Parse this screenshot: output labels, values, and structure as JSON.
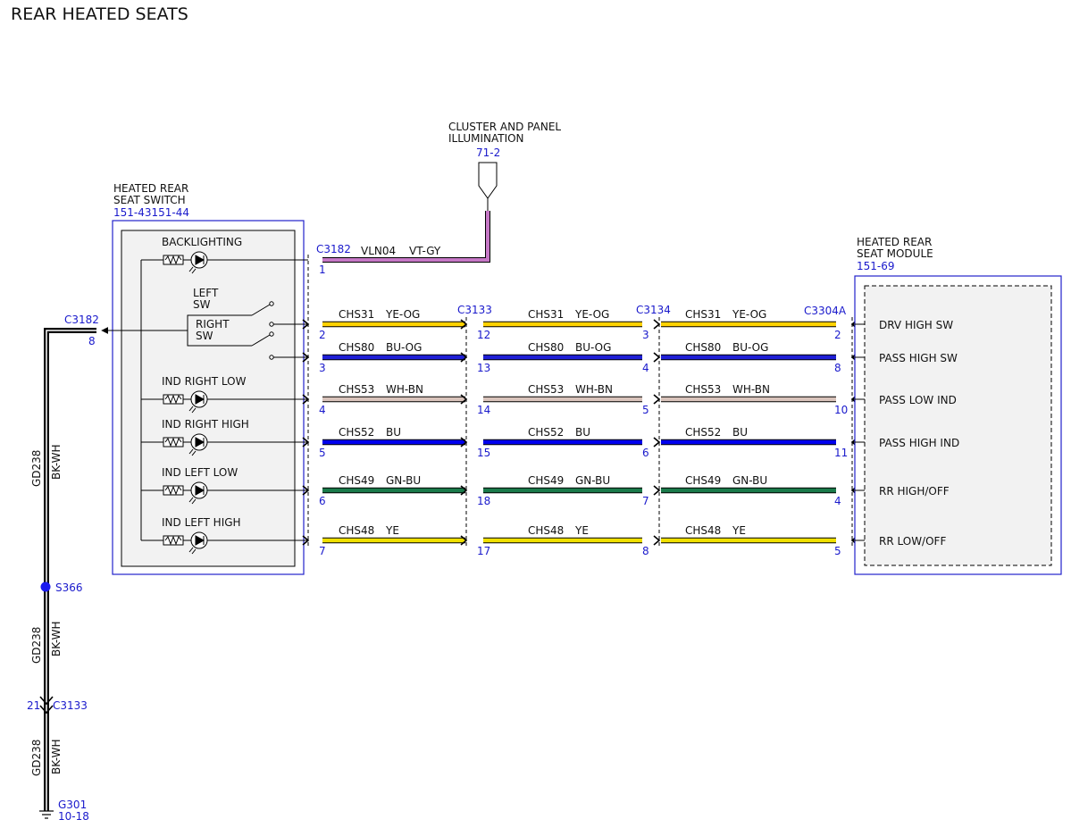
{
  "title": "REAR HEATED SEATS",
  "illumination": {
    "line1": "CLUSTER AND PANEL",
    "line2": "ILLUMINATION",
    "ref": "71-2"
  },
  "switch": {
    "line1": "HEATED REAR",
    "line2": "SEAT SWITCH",
    "ref": "151-43151-44",
    "left_sw": [
      "LEFT",
      "SW"
    ],
    "right_sw": [
      "RIGHT",
      "SW"
    ]
  },
  "module": {
    "line1": "HEATED REAR",
    "line2": "SEAT MODULE",
    "ref": "151-69"
  },
  "connectors": {
    "c3182": "C3182",
    "c3133": "C3133",
    "c3134": "C3134",
    "c3304a": "C3304A"
  },
  "backlight_wire": {
    "pin": "1",
    "circuit": "VLN04",
    "color": "VT-GY",
    "hex": "#c678c6"
  },
  "rows": [
    {
      "element": "",
      "circuit": "CHS31",
      "color": "YE-OG",
      "hex": "#ffd200",
      "pins": [
        "2",
        "12",
        "3",
        "2"
      ],
      "module_label": "DRV HIGH SW"
    },
    {
      "element": "",
      "circuit": "CHS80",
      "color": "BU-OG",
      "hex": "#1f1fd6",
      "pins": [
        "3",
        "13",
        "4",
        "8"
      ],
      "module_label": "PASS HIGH SW"
    },
    {
      "element": "IND RIGHT LOW",
      "circuit": "CHS53",
      "color": "WH-BN",
      "hex": "#d9c3bb",
      "pins": [
        "4",
        "14",
        "5",
        "10"
      ],
      "module_label": "PASS LOW IND"
    },
    {
      "element": "IND RIGHT HIGH",
      "circuit": "CHS52",
      "color": "BU",
      "hex": "#0000ee",
      "pins": [
        "5",
        "15",
        "6",
        "11"
      ],
      "module_label": "PASS HIGH IND"
    },
    {
      "element": "IND LEFT LOW",
      "circuit": "CHS49",
      "color": "GN-BU",
      "hex": "#1a7a4a",
      "pins": [
        "6",
        "18",
        "7",
        "4"
      ],
      "module_label": "RR HIGH/OFF"
    },
    {
      "element": "IND LEFT HIGH",
      "circuit": "CHS48",
      "color": "YE",
      "hex": "#f0e000",
      "pins": [
        "7",
        "17",
        "8",
        "5"
      ],
      "module_label": "RR LOW/OFF"
    }
  ],
  "backlighting_label": "BACKLIGHTING",
  "ground": {
    "pin": "8",
    "circuit": "GD238",
    "color": "BK-WH",
    "splice": "S366",
    "c3133_pin": "21",
    "ground_id": "G301",
    "ground_ref": "10-18"
  }
}
